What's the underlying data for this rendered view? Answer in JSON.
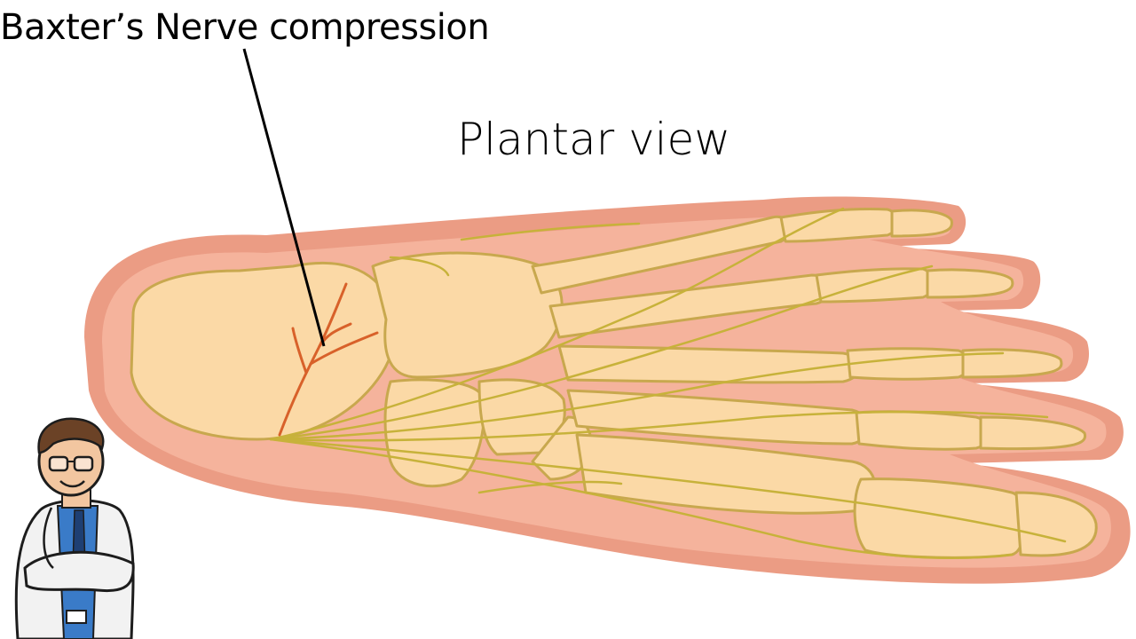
{
  "annotation": {
    "label": "Baxter’s Nerve compression"
  },
  "view": {
    "title": "Plantar view"
  },
  "illustration": {
    "subject": "foot-plantar-anatomy",
    "colors": {
      "skin_outer": "#eb9c84",
      "skin_inner": "#f5b39c",
      "bone": "#fbd9a6",
      "bone_outline": "#c8a84e",
      "nerve": "#c7b23a",
      "compressed_nerve": "#d8612a"
    }
  },
  "mascot": {
    "subject": "cartoon-doctor"
  }
}
